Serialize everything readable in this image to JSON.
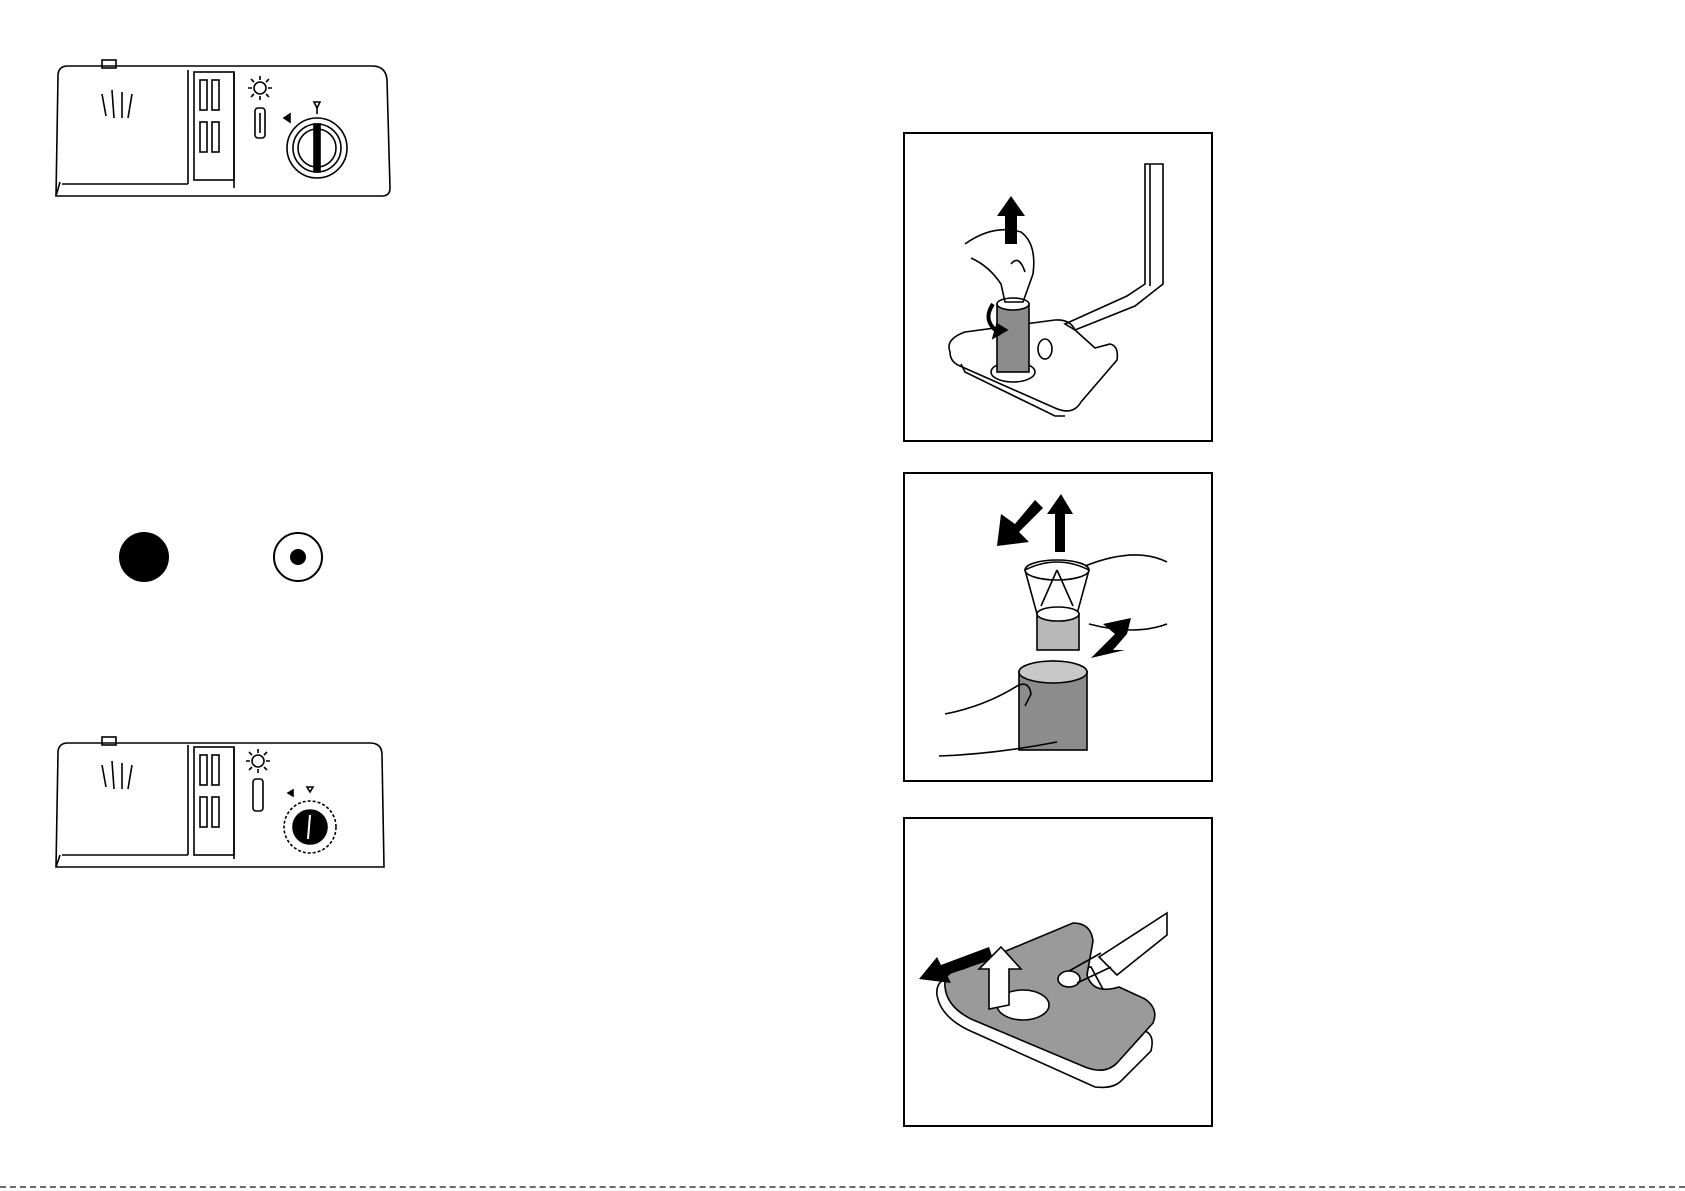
{
  "page": {
    "background": "#ffffff",
    "line_color": "#000000",
    "filter_gray": "#8c8c8c",
    "plate_gray": "#9a9a9a"
  },
  "figures": {
    "dispenser_top": {
      "icon": "detergent-dispenser-icon"
    },
    "indicator_full": {
      "icon": "rinse-aid-indicator-full-icon"
    },
    "indicator_empty": {
      "icon": "rinse-aid-indicator-empty-icon"
    },
    "dispenser_bottom": {
      "icon": "detergent-dispenser-icon"
    },
    "filter_remove": {
      "icon": "filter-removal-illustration"
    },
    "filter_apart": {
      "icon": "filter-disassembly-illustration"
    },
    "plate_remove": {
      "icon": "filter-plate-removal-illustration"
    }
  }
}
